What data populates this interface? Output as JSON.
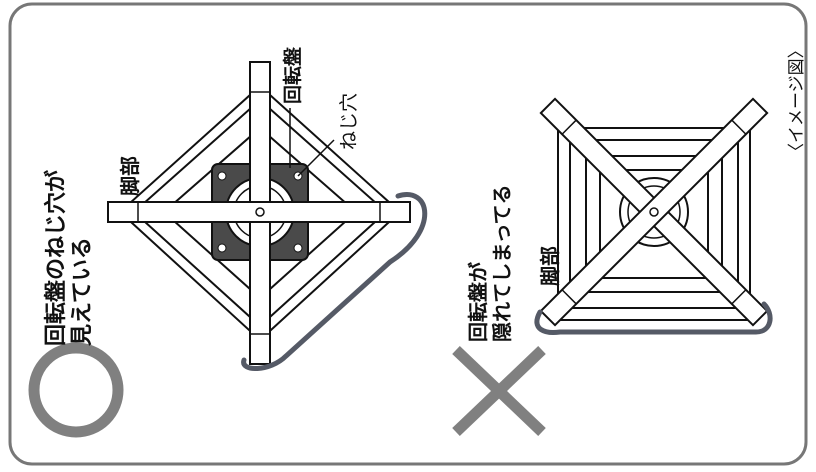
{
  "good": {
    "label_lines": [
      "回転盤のねじ穴が",
      "見えている"
    ],
    "leg_label": "脚部",
    "turntable_label": "回転盤",
    "screw_hole_label": "ねじ穴",
    "mark": "circle"
  },
  "bad": {
    "label_lines": [
      "回転盤が",
      "隠れてしまってる"
    ],
    "leg_label": "脚部",
    "mark": "cross"
  },
  "image_note": "〈イメージ図〉",
  "colors": {
    "frame": "#777777",
    "mark": "#808080",
    "highlight": "#555a66",
    "line": "#111111",
    "turntable": "#4a4a4a"
  }
}
